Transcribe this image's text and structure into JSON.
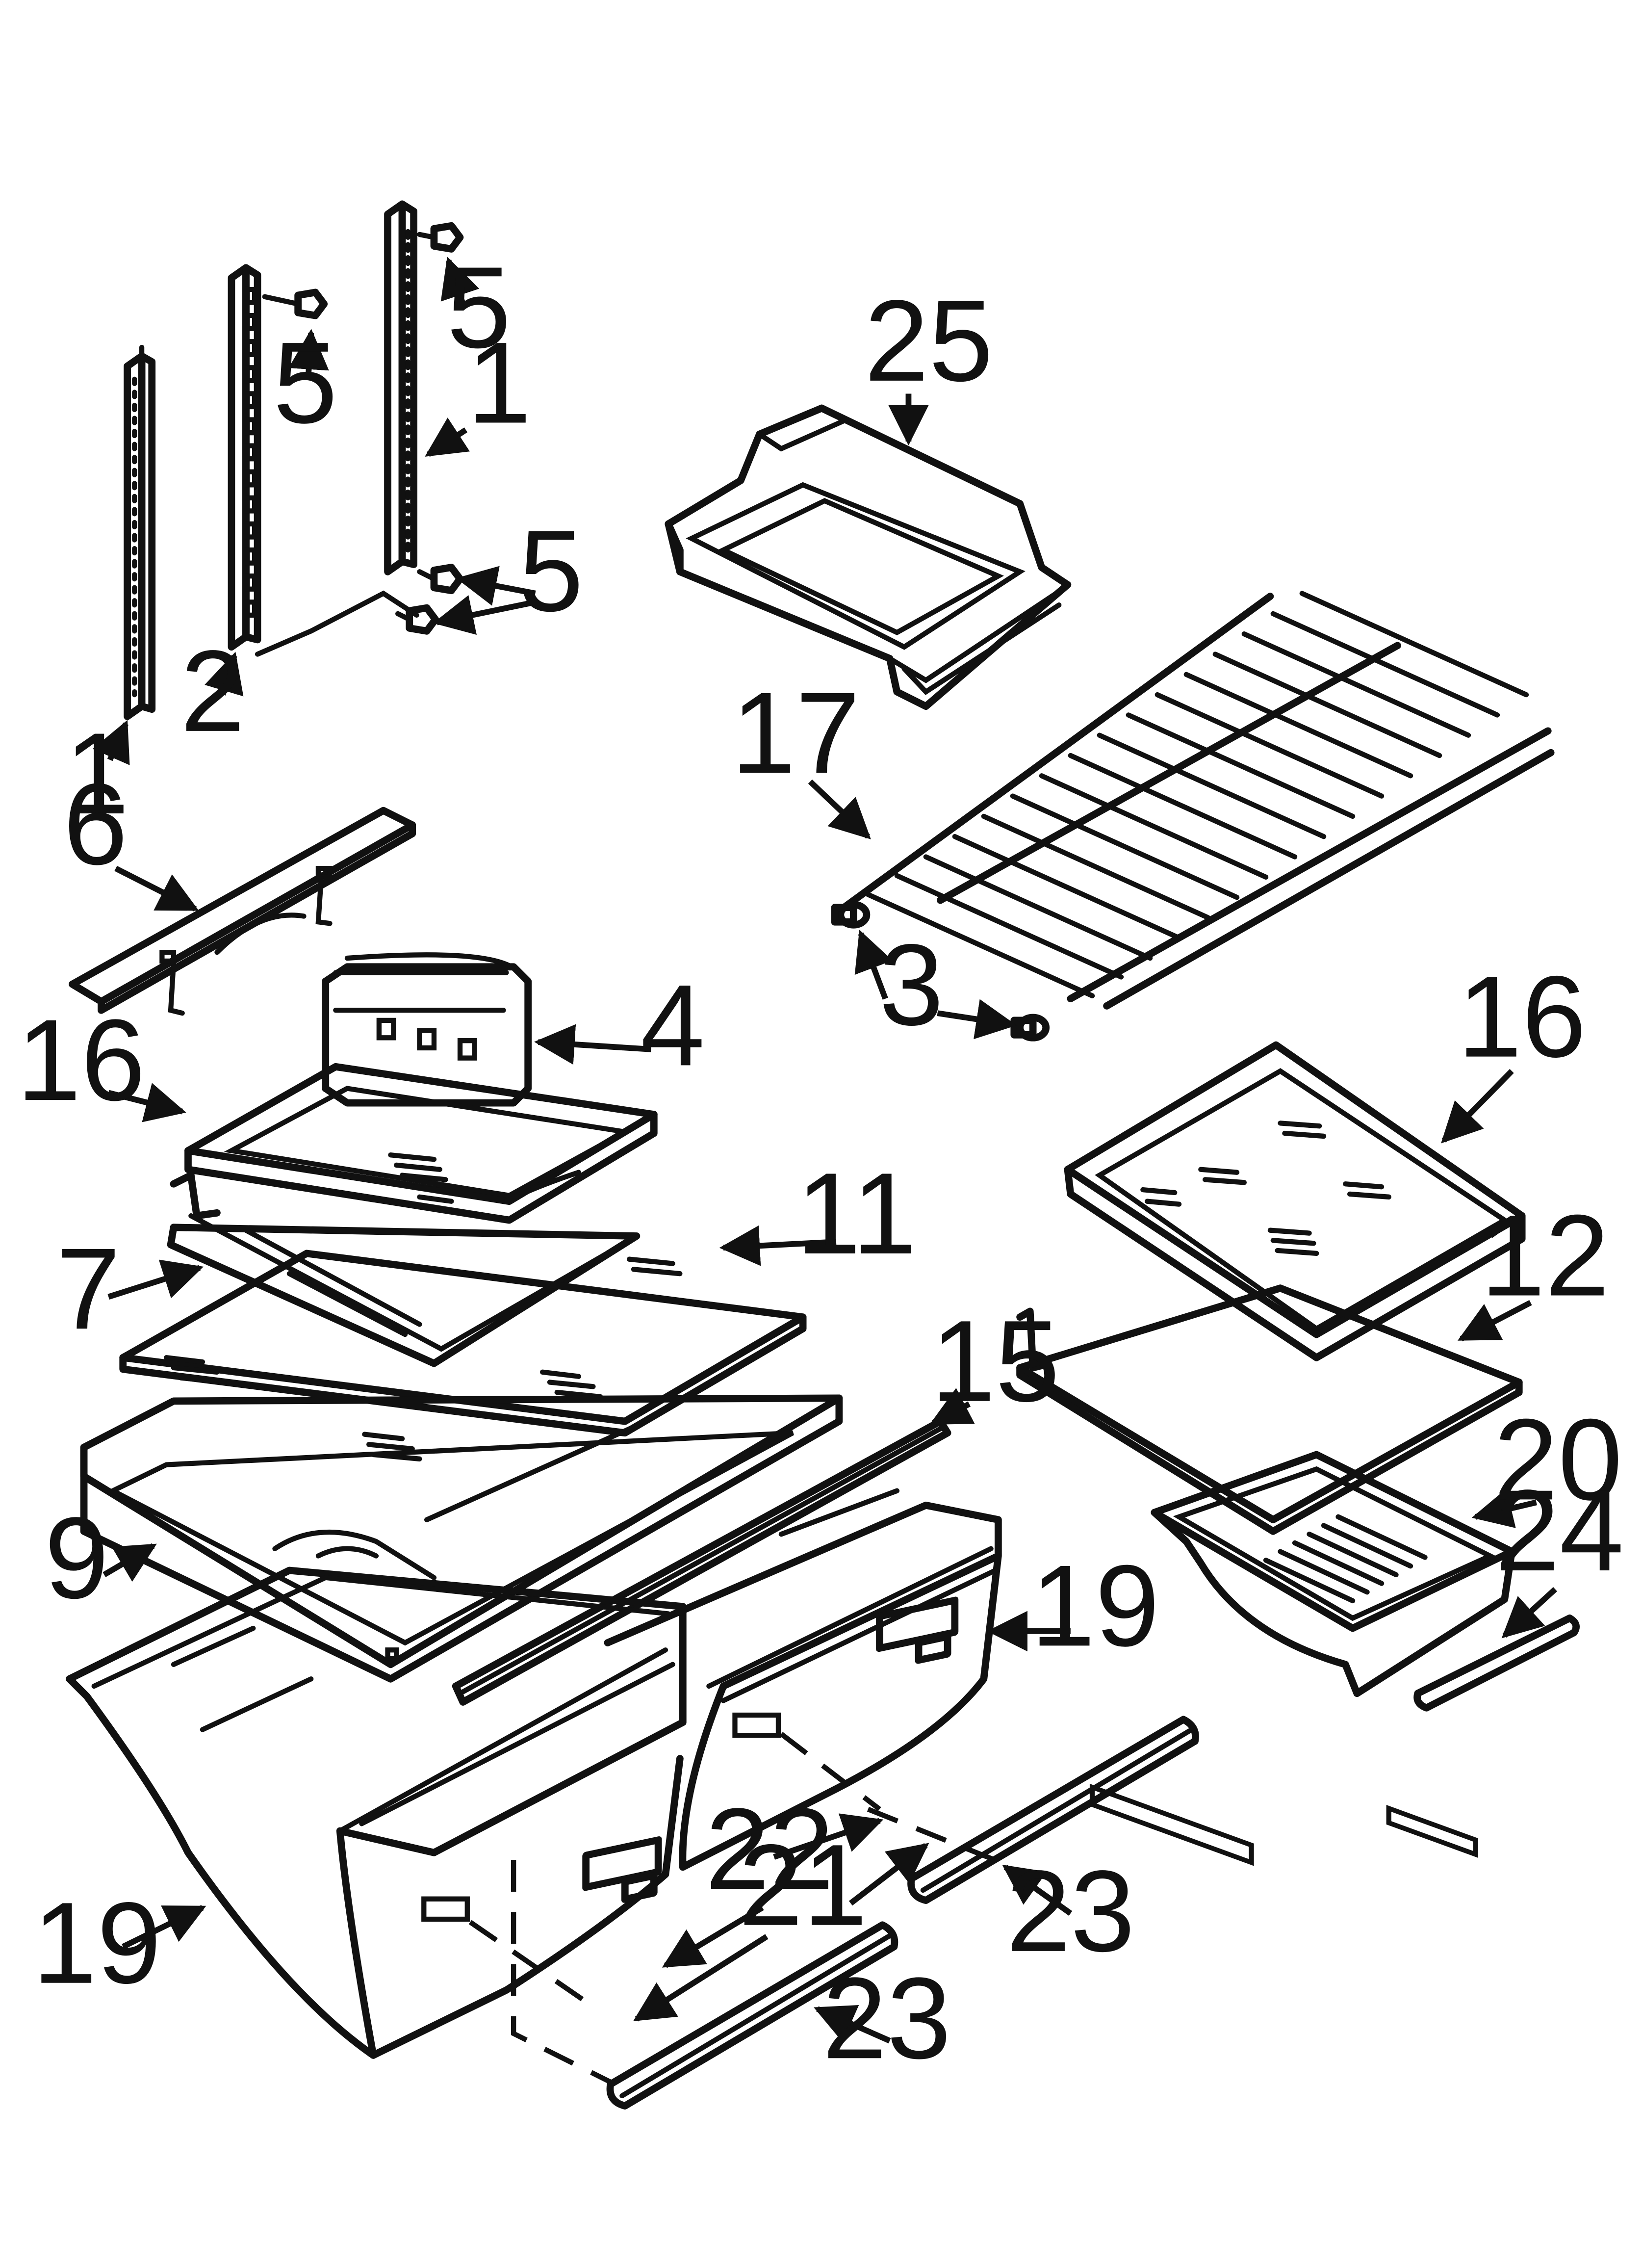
{
  "diagram": {
    "callouts": [
      {
        "id": "c1a",
        "text": "1"
      },
      {
        "id": "c1b",
        "text": "1"
      },
      {
        "id": "c2",
        "text": "2"
      },
      {
        "id": "c3",
        "text": "3"
      },
      {
        "id": "c4",
        "text": "4"
      },
      {
        "id": "c5a",
        "text": "5"
      },
      {
        "id": "c5b",
        "text": "5"
      },
      {
        "id": "c5c",
        "text": "5"
      },
      {
        "id": "c6",
        "text": "6"
      },
      {
        "id": "c7",
        "text": "7"
      },
      {
        "id": "c9",
        "text": "9"
      },
      {
        "id": "c11",
        "text": "11"
      },
      {
        "id": "c12",
        "text": "12"
      },
      {
        "id": "c15",
        "text": "15"
      },
      {
        "id": "c16a",
        "text": "16"
      },
      {
        "id": "c16b",
        "text": "16"
      },
      {
        "id": "c17",
        "text": "17"
      },
      {
        "id": "c19a",
        "text": "19"
      },
      {
        "id": "c19b",
        "text": "19"
      },
      {
        "id": "c20",
        "text": "20"
      },
      {
        "id": "c21",
        "text": "21"
      },
      {
        "id": "c22",
        "text": "22"
      },
      {
        "id": "c23a",
        "text": "23"
      },
      {
        "id": "c23b",
        "text": "23"
      },
      {
        "id": "c24",
        "text": "24"
      },
      {
        "id": "c25",
        "text": "25"
      }
    ]
  }
}
